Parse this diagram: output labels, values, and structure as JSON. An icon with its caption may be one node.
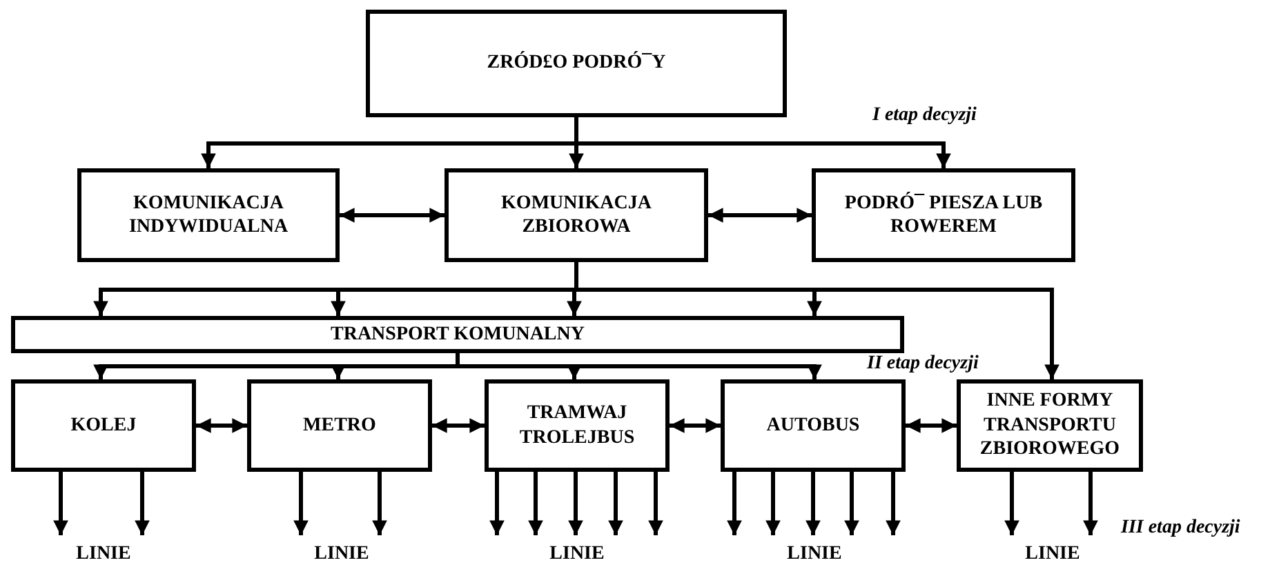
{
  "diagram": {
    "nodes": [
      {
        "text": [
          "ZRÓD£O PODRÓ¯Y"
        ]
      },
      {
        "text": [
          "KOMUNIKACJA INDYWIDUALNA"
        ]
      },
      {
        "text": [
          "KOMUNIKACJA ZBIOROWA"
        ]
      },
      {
        "text": [
          "PODRÓ¯ PIESZA LUB ROWEREM"
        ]
      },
      {
        "text": [
          "TRANSPORT KOMUNALNY"
        ]
      },
      {
        "text": [
          "KOLEJ"
        ]
      },
      {
        "text": [
          "METRO"
        ]
      },
      {
        "text": [
          "TRAMWAJ TROLEJBUS"
        ]
      },
      {
        "text": [
          "AUTOBUS"
        ]
      },
      {
        "text": [
          "INNE FORMY TRANSPORTU ZBIOROWEGO"
        ]
      },
      {
        "text": [
          "LINIE"
        ]
      },
      {
        "text": [
          "LINIE"
        ]
      },
      {
        "text": [
          "LINIE"
        ]
      },
      {
        "text": [
          "LINIE"
        ]
      },
      {
        "text": [
          "LINIE"
        ]
      }
    ],
    "edges": [
      {
        "from": 0,
        "to": 1,
        "arrow": "to"
      },
      {
        "from": 0,
        "to": 2,
        "arrow": "to"
      },
      {
        "from": 0,
        "to": 3,
        "arrow": "to"
      },
      {
        "from": 1,
        "to": 2,
        "arrow": "both"
      },
      {
        "from": 2,
        "to": 3,
        "arrow": "both"
      },
      {
        "from": 2,
        "to": 4,
        "arrow": "to"
      },
      {
        "from": 2,
        "to": 4,
        "arrow": "to"
      },
      {
        "from": 2,
        "to": 4,
        "arrow": "to"
      },
      {
        "from": 2,
        "to": 4,
        "arrow": "to"
      },
      {
        "from": 2,
        "to": 9,
        "arrow": "to"
      },
      {
        "from": 4,
        "to": 5,
        "arrow": "to"
      },
      {
        "from": 4,
        "to": 6,
        "arrow": "to"
      },
      {
        "from": 4,
        "to": 7,
        "arrow": "to"
      },
      {
        "from": 4,
        "to": 8,
        "arrow": "to"
      },
      {
        "from": 5,
        "to": 6,
        "arrow": "both"
      },
      {
        "from": 6,
        "to": 7,
        "arrow": "both"
      },
      {
        "from": 7,
        "to": 8,
        "arrow": "both"
      },
      {
        "from": 8,
        "to": 9,
        "arrow": "both"
      },
      {
        "from": 5,
        "to": 10,
        "arrow": "to"
      },
      {
        "from": 5,
        "to": 10,
        "arrow": "to"
      },
      {
        "from": 6,
        "to": 11,
        "arrow": "to"
      },
      {
        "from": 6,
        "to": 11,
        "arrow": "to"
      },
      {
        "from": 7,
        "to": 12,
        "arrow": "to"
      },
      {
        "from": 7,
        "to": 12,
        "arrow": "to"
      },
      {
        "from": 7,
        "to": 12,
        "arrow": "to"
      },
      {
        "from": 7,
        "to": 12,
        "arrow": "to"
      },
      {
        "from": 7,
        "to": 12,
        "arrow": "to"
      },
      {
        "from": 8,
        "to": 13,
        "arrow": "to"
      },
      {
        "from": 8,
        "to": 13,
        "arrow": "to"
      },
      {
        "from": 8,
        "to": 13,
        "arrow": "to"
      },
      {
        "from": 8,
        "to": 13,
        "arrow": "to"
      },
      {
        "from": 8,
        "to": 13,
        "arrow": "to"
      },
      {
        "from": 9,
        "to": 14,
        "arrow": "to"
      },
      {
        "from": 9,
        "to": 14,
        "arrow": "to"
      }
    ],
    "labels": [
      "I etap decyzji",
      "II etap decyzji",
      "III etap decyzji"
    ]
  }
}
